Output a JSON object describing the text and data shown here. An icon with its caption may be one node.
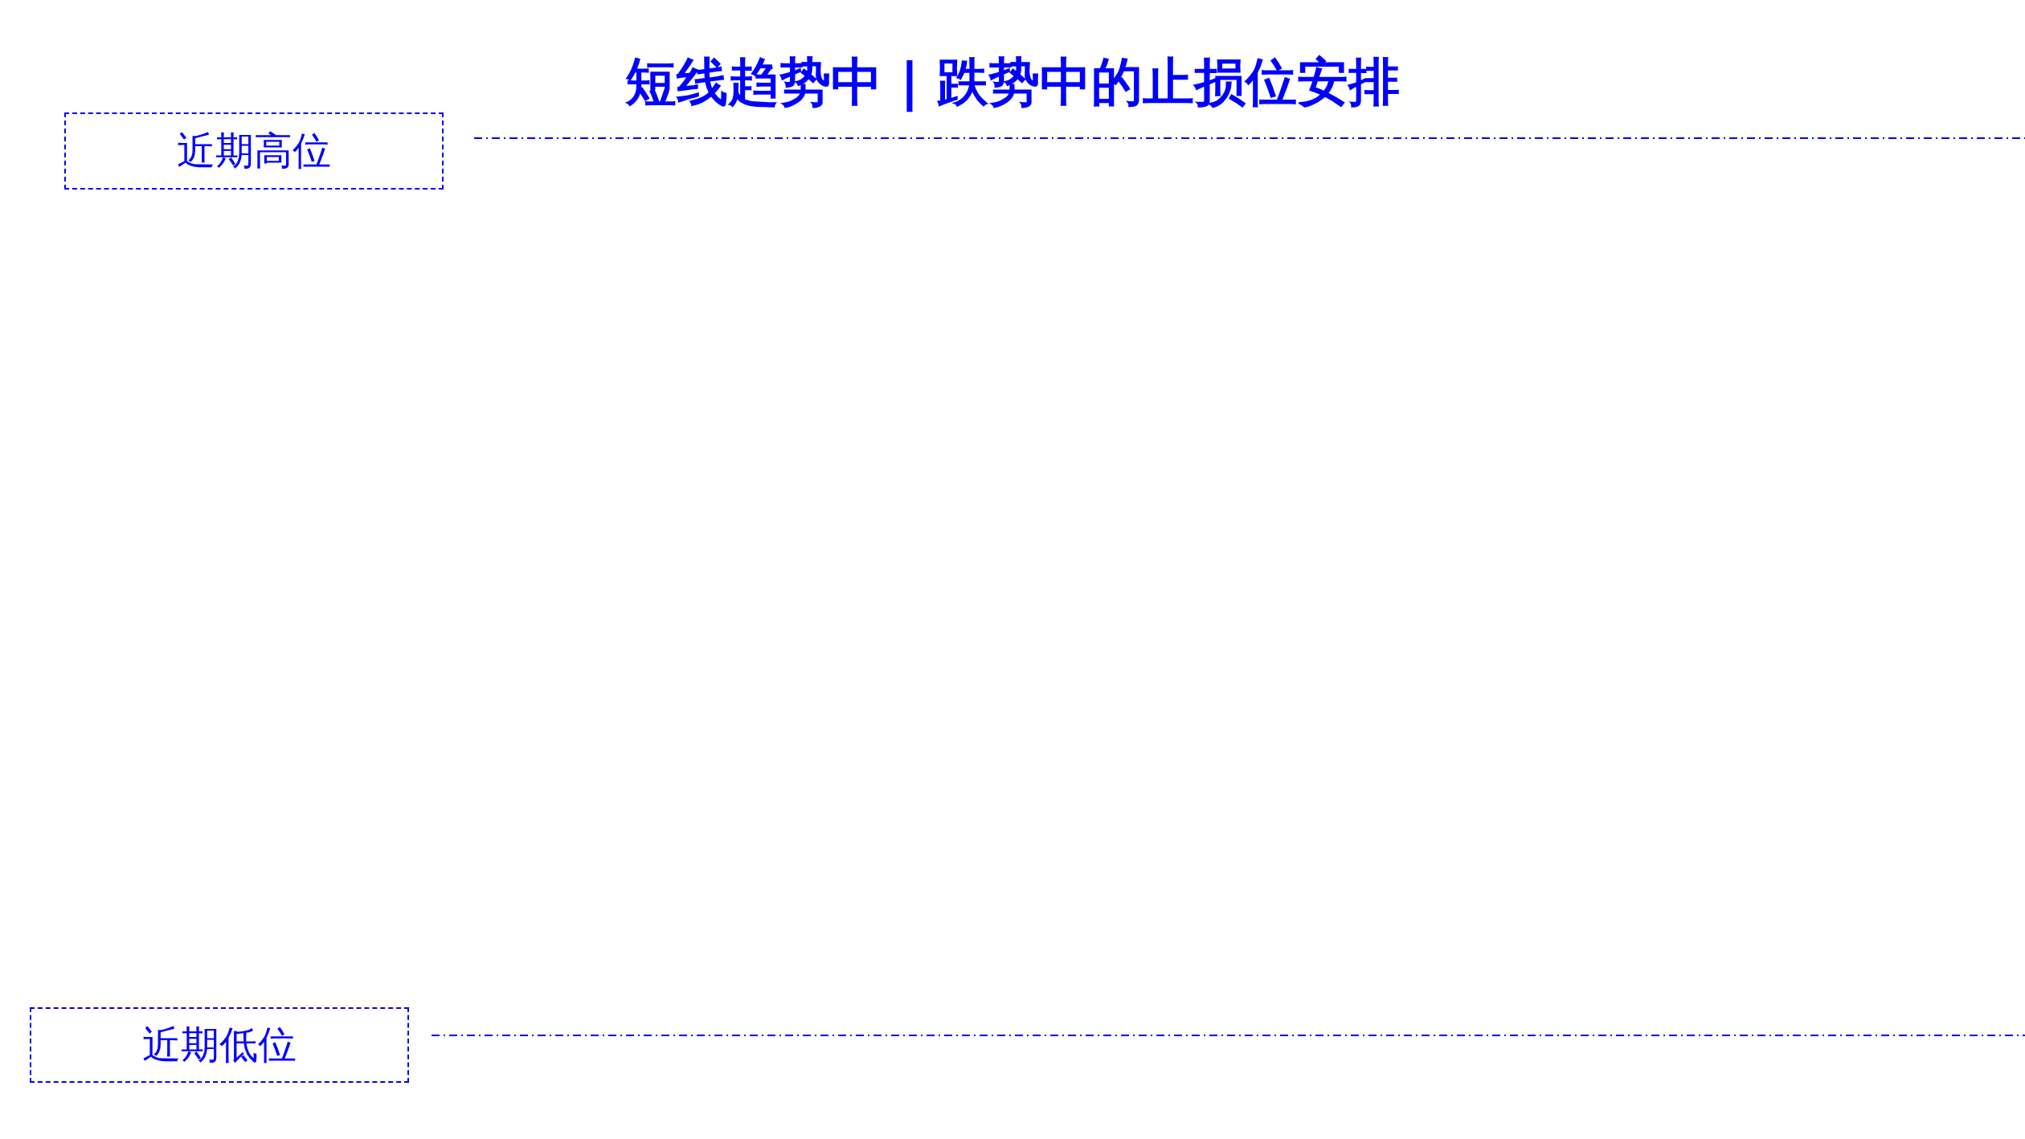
{
  "diagram": {
    "title": "短线趋势中 | 跌势中的止损位安排",
    "nodes": [
      {
        "text": [
          "近期高位"
        ]
      },
      {
        "text": [
          "近期低位"
        ]
      }
    ]
  }
}
